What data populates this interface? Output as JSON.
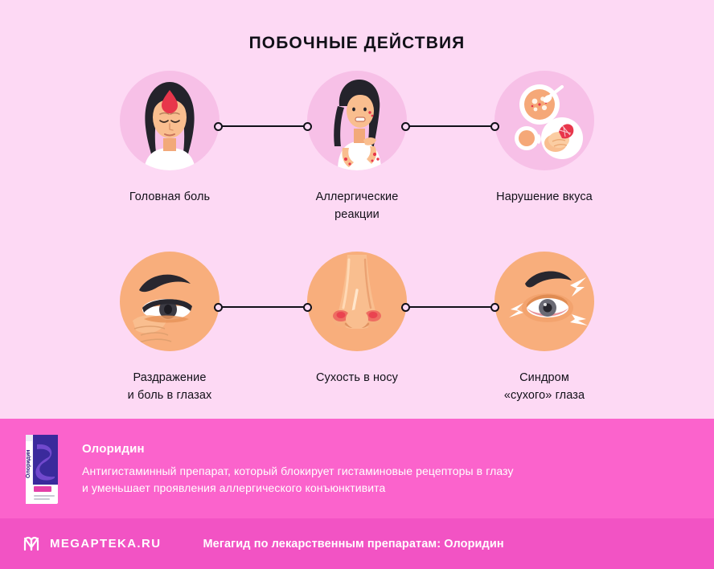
{
  "title": "ПОБОЧНЫЕ ДЕЙСТВИЯ",
  "colors": {
    "background": "#FDD9F4",
    "circle_pink": "#F7C0E7",
    "circle_skin": "#F8AE7C",
    "infobar": "#FB63CC",
    "footer": "#F253C4",
    "text_dark": "#111018",
    "text_light": "#FFFFFF",
    "accent_red": "#E8364B"
  },
  "effects": [
    {
      "id": "headache",
      "label": "Головная боль",
      "icon": "woman-headache-icon",
      "circle": "pink"
    },
    {
      "id": "allergy",
      "label": "Аллергические\nреакции",
      "icon": "woman-rash-icon",
      "circle": "pink"
    },
    {
      "id": "taste",
      "label": "Нарушение вкуса",
      "icon": "food-plates-icon",
      "circle": "pink"
    },
    {
      "id": "eye-pain",
      "label": "Раздражение\nи боль в глазах",
      "icon": "irritated-eye-icon",
      "circle": "skin"
    },
    {
      "id": "nose-dry",
      "label": "Сухость в носу",
      "icon": "dry-nose-icon",
      "circle": "skin"
    },
    {
      "id": "dry-eye",
      "label": "Синдром\n«сухого» глаза",
      "icon": "dry-eye-icon",
      "circle": "skin"
    }
  ],
  "infobar": {
    "product_name": "Олоридин",
    "description_line1": "Антигистаминный препарат, который блокирует гистаминовые рецепторы в глазу",
    "description_line2": "и уменьшает проявления аллергического конъюнктивита",
    "package_label": "Олоридин"
  },
  "footer": {
    "brand": "MEGAPTEKA.RU",
    "tagline": "Мегагид по лекарственным препаратам: Олоридин"
  }
}
